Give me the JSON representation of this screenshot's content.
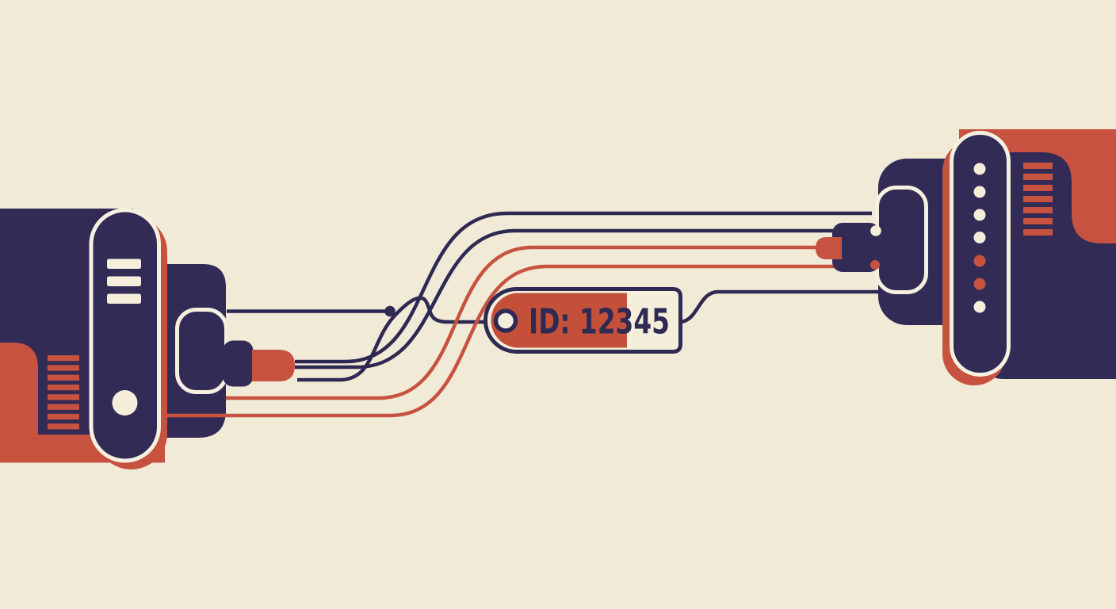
{
  "illustration": {
    "title": "cable-connectors-with-id-tag",
    "tag": {
      "label": "ID: 12345"
    },
    "colors": {
      "background": "#f1ead7",
      "navy": "#322b56",
      "wire_navy": "#2e2952",
      "orange": "#c6523f",
      "tag_orange": "#c4503a",
      "cream_accent": "#f4eedb",
      "outline_cream": "#f6f0e0"
    },
    "left_connector": {
      "vent_stripe_count": 8,
      "indicator_slot_count": 3,
      "led_count": 1
    },
    "right_connector": {
      "vent_stripe_count": 7,
      "pill_dots": [
        "#f3edda",
        "#f3edda",
        "#f3edda",
        "#f3edda",
        "#c6523f",
        "#c6523f",
        "#f3edda"
      ]
    },
    "wires": {
      "navy_wire_count": 3,
      "orange_wire_count": 2,
      "has_stub_wire_with_dot": true
    }
  }
}
